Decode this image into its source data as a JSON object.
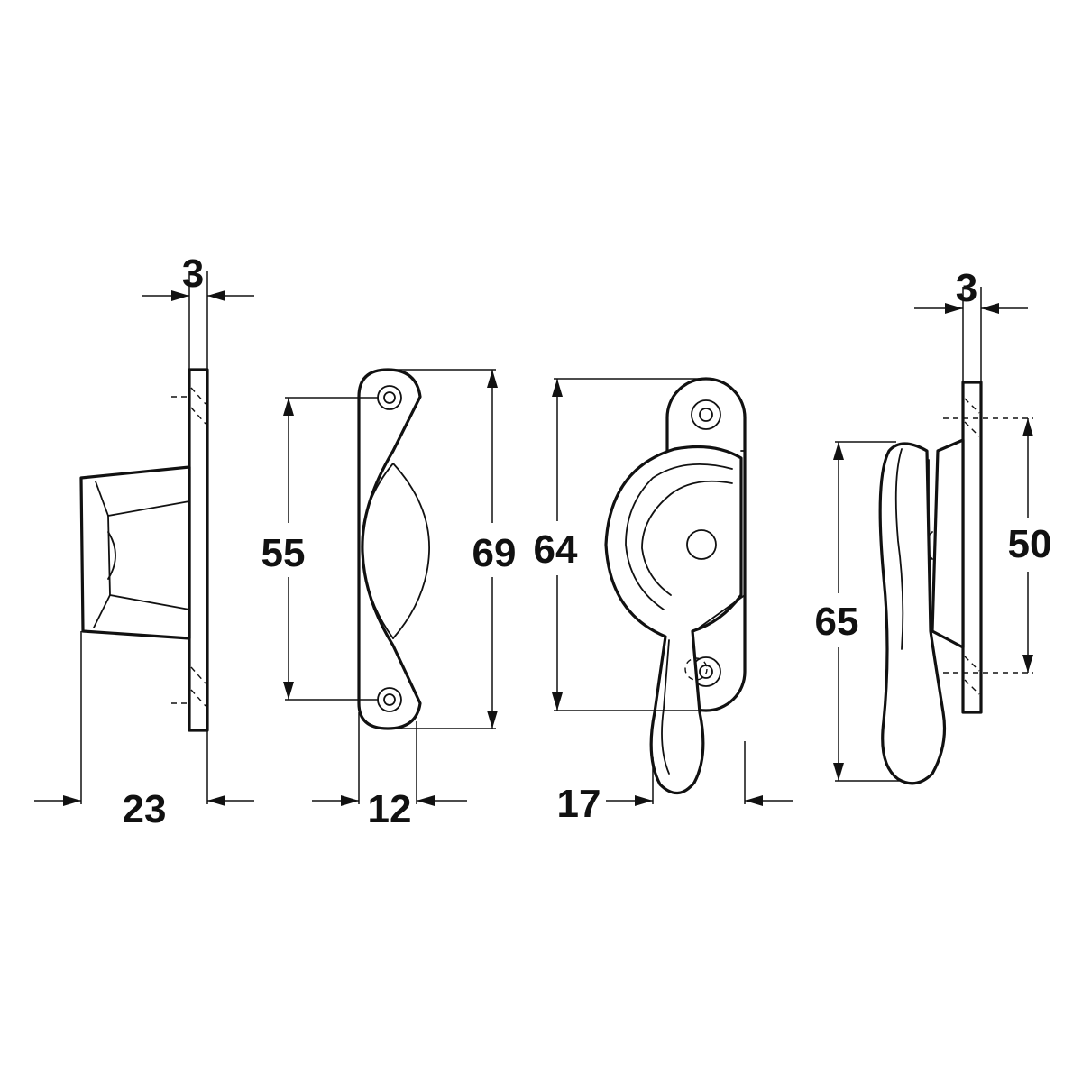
{
  "diagram": {
    "views": [
      {
        "id": "keep-side",
        "dimensions": [
          "3",
          "23"
        ]
      },
      {
        "id": "keep-front",
        "dimensions": [
          "55",
          "69",
          "12"
        ]
      },
      {
        "id": "fastener-front",
        "dimensions": [
          "64",
          "17"
        ]
      },
      {
        "id": "fastener-side",
        "dimensions": [
          "3",
          "65",
          "50"
        ]
      }
    ],
    "labels": {
      "keep_side_thickness": "3",
      "keep_side_depth": "23",
      "keep_front_hole_spacing": "55",
      "keep_front_height": "69",
      "keep_front_width": "12",
      "fastener_front_height": "64",
      "fastener_front_width": "17",
      "fastener_side_thickness": "3",
      "fastener_side_lever_length": "65",
      "fastener_side_hole_spacing": "50"
    },
    "colors": {
      "line": "#111111",
      "background": "#ffffff"
    }
  }
}
